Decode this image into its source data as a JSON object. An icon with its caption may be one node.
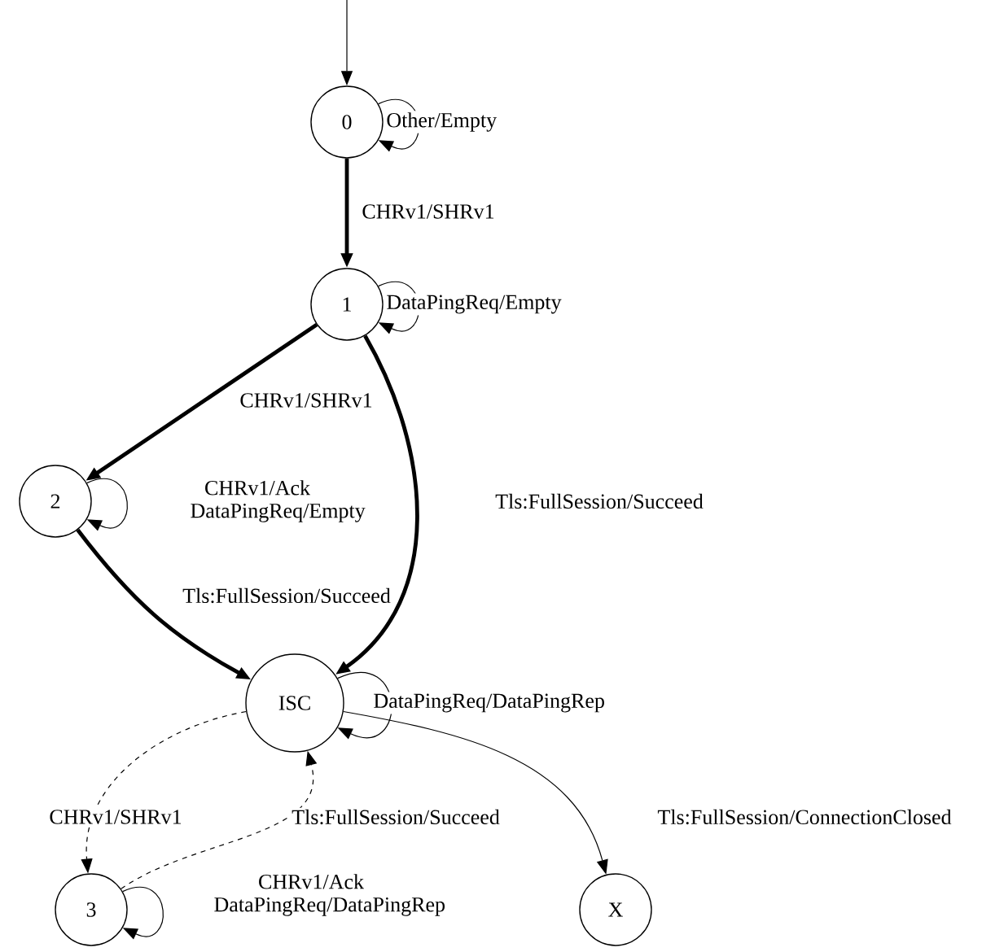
{
  "diagram": {
    "nodes": [
      {
        "text": [
          "0"
        ]
      },
      {
        "text": [
          "1"
        ]
      },
      {
        "text": [
          "2"
        ]
      },
      {
        "text": [
          "ISC"
        ]
      },
      {
        "text": [
          "3"
        ]
      },
      {
        "text": [
          "X"
        ]
      }
    ],
    "edges": [
      {
        "from": null,
        "to": 0,
        "arrow": "to"
      },
      {
        "from": 0,
        "to": 0,
        "arrow": "to",
        "label": "Other/Empty"
      },
      {
        "from": 0,
        "to": 1,
        "arrow": "to",
        "label": "CHRv1/SHRv1",
        "style": "thick"
      },
      {
        "from": 1,
        "to": 1,
        "arrow": "to",
        "label": "DataPingReq/Empty"
      },
      {
        "from": 1,
        "to": 2,
        "arrow": "to",
        "label": "CHRv1/SHRv1",
        "style": "thick"
      },
      {
        "from": 1,
        "to": 3,
        "arrow": "to",
        "label": "Tls:FullSession/Succeed",
        "style": "thick"
      },
      {
        "from": 2,
        "to": 2,
        "arrow": "to",
        "label": "CHRv1/Ack DataPingReq/Empty"
      },
      {
        "from": 2,
        "to": 3,
        "arrow": "to",
        "label": "Tls:FullSession/Succeed",
        "style": "thick"
      },
      {
        "from": 3,
        "to": 3,
        "arrow": "to",
        "label": "DataPingReq/DataPingRep"
      },
      {
        "from": 3,
        "to": 4,
        "arrow": "to",
        "label": "CHRv1/SHRv1",
        "style": "dashed"
      },
      {
        "from": 4,
        "to": 3,
        "arrow": "to",
        "label": "Tls:FullSession/Succeed",
        "style": "dashed"
      },
      {
        "from": 4,
        "to": 4,
        "arrow": "to",
        "label": "CHRv1/Ack DataPingReq/DataPingRep"
      },
      {
        "from": 3,
        "to": 5,
        "arrow": "to",
        "label": "Tls:FullSession/ConnectionClosed"
      }
    ]
  }
}
